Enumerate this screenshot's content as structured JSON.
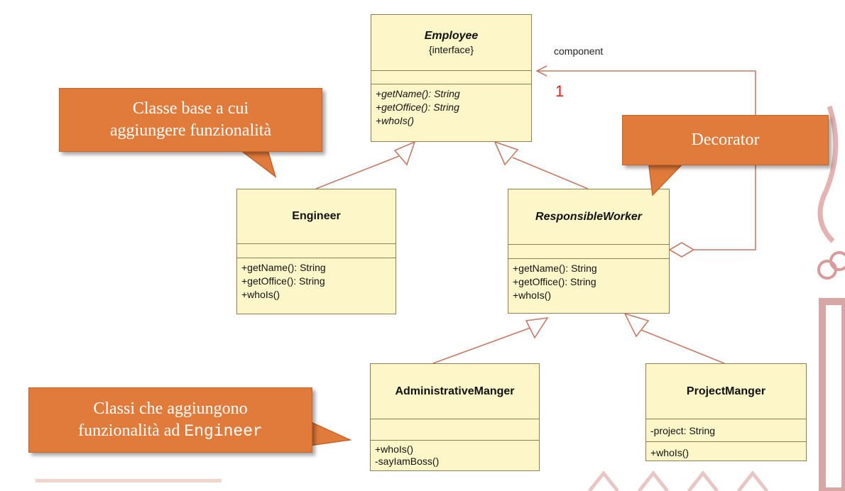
{
  "classes": {
    "employee": {
      "name": "Employee",
      "stereotype": "{interface}",
      "operations": [
        "+getName(): String",
        "+getOffice(): String",
        "+whoIs()"
      ]
    },
    "engineer": {
      "name": "Engineer",
      "operations": [
        "+getName(): String",
        "+getOffice(): String",
        "+whoIs()"
      ]
    },
    "responsible_worker": {
      "name": "ResponsibleWorker",
      "operations": [
        "+getName(): String",
        "+getOffice(): String",
        "+whoIs()"
      ]
    },
    "administrative_manger": {
      "name": "AdministrativeManger",
      "operations": [
        "+whoIs()",
        "-sayIamBoss()"
      ]
    },
    "project_manger": {
      "name": "ProjectManger",
      "attributes": [
        "-project: String"
      ],
      "operations": [
        "+whoIs()"
      ]
    }
  },
  "association": {
    "role": "component",
    "multiplicity": "1"
  },
  "callouts": {
    "base_class": {
      "line1": "Classe base a cui",
      "line2": "aggiungere funzionalità"
    },
    "decorator": {
      "text": "Decorator"
    },
    "subclasses": {
      "line1": "Classi che aggiungono",
      "line2_text": "funzionalità ad ",
      "line2_code": "Engineer"
    }
  },
  "colors": {
    "uml_fill": "#fcf6c9",
    "uml_border": "#8f7e52",
    "relation_line": "#c47a66",
    "callout_fill": "#e07b3c",
    "multiplicity": "#d92020"
  }
}
